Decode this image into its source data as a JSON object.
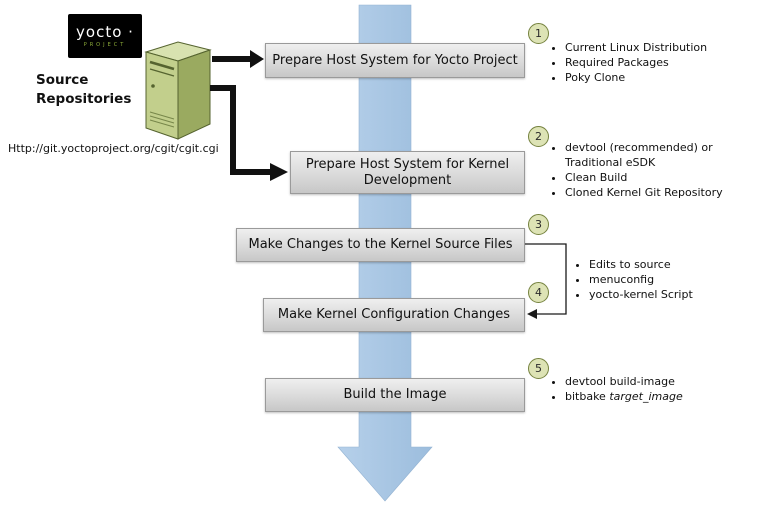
{
  "logo": {
    "brand": "yocto ·",
    "sub": "PROJECT"
  },
  "source": {
    "title": "Source\nRepositories",
    "url": "Http://git.yoctoproject.org/cgit/cgit.cgi"
  },
  "steps": [
    {
      "num": "1",
      "label": "Prepare Host System for Yocto Project",
      "bullets": [
        "Current Linux Distribution",
        "Required Packages",
        "Poky Clone"
      ]
    },
    {
      "num": "2",
      "label": "Prepare Host System for Kernel Development",
      "bullets": [
        "devtool (recommended) or Traditional eSDK",
        "Clean Build",
        "Cloned Kernel Git Repository"
      ]
    },
    {
      "num": "3",
      "label": "Make Changes to the Kernel Source Files"
    },
    {
      "num": "4",
      "label": "Make Kernel Configuration Changes"
    },
    {
      "num": "5",
      "label": "Build the Image"
    }
  ],
  "shared_bullets": [
    "Edits to source",
    "menuconfig",
    "yocto-kernel Script"
  ],
  "step5_bullets": {
    "first": "devtool build-image",
    "second_prefix": "bitbake ",
    "second_italic": "target_image"
  },
  "colors": {
    "flow_arrow": "#a8c6e2",
    "connector": "#111111",
    "box_border": "#9a9a9a",
    "box_fill_top": "#eeeeee",
    "box_fill_bottom": "#c6c6c6",
    "circle_fill": "#dde3b5",
    "circle_border": "#75823f",
    "server_front": "#c2cf8c",
    "server_side": "#9aaa60",
    "server_top": "#d8e2b0",
    "logo_bg": "#000000"
  }
}
